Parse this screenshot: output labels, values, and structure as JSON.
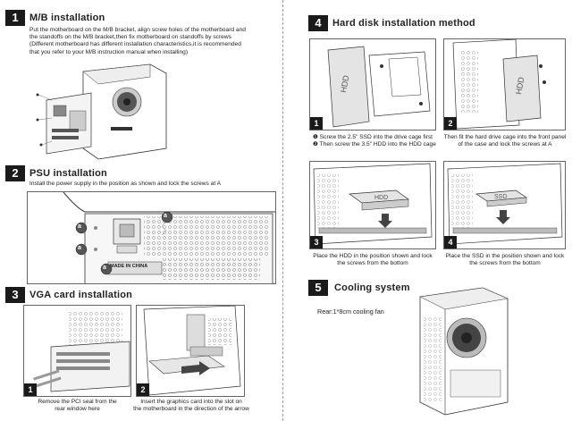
{
  "sections": {
    "mb": {
      "number": "1",
      "title": "M/B installation",
      "text": [
        "Put the motherboard on the M/B bracket, align screw holes of the motherboard and",
        "the standoffs on the M/B bracket,then fix motherboard on standoffs by screws",
        "(Different motherboard has different installation characteristics,it is recommended",
        "that you refer to your M/B instruction manual when installing)"
      ]
    },
    "psu": {
      "number": "2",
      "title": "PSU installation",
      "text": "Install the power supply in the position as shown and lock the screws at A",
      "label_a": "a",
      "psu_text": "MADE IN CHINA"
    },
    "vga": {
      "number": "3",
      "title": "VGA card installation",
      "step1_num": "1",
      "step2_num": "2",
      "step1_caption": [
        "Remove the PCI seal from the",
        "rear window here"
      ],
      "step2_caption": [
        "Insert the graphics card into the slot on",
        "the motherboard in the direction of the arrow"
      ]
    },
    "hdd": {
      "number": "4",
      "title": "Hard disk installation method",
      "p1_num": "1",
      "p2_num": "2",
      "p3_num": "3",
      "p4_num": "4",
      "p1_bullets": [
        "Screw the 2.5\" SSD into the drive cage first",
        "Then screw the 3.5\" HDD into the HDD cage"
      ],
      "p1_bullet_marks": [
        "❶",
        "❷"
      ],
      "p2_caption": [
        "Then fit the hard drive cage into the front panel",
        "of the case and lock the screws at A"
      ],
      "p3_caption": [
        "Place the HDD in the position shown and lock",
        "the screws from the bottom"
      ],
      "p4_caption": [
        "Place the SSD in the position shown and lock",
        "the screws from the bottom"
      ],
      "hdd_label": "HDD",
      "ssd_label": "SSD"
    },
    "cooling": {
      "number": "5",
      "title": "Cooling system",
      "text": "Rear:1*8cm cooling fan"
    }
  }
}
